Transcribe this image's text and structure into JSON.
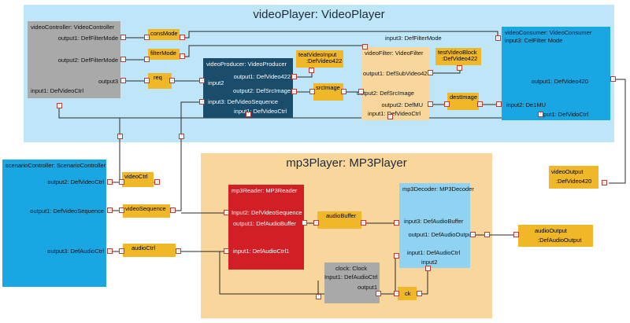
{
  "regions": {
    "video_player": {
      "title": "videoPlayer: VideoPlayer",
      "color": "#bfe6f8"
    },
    "mp3_player": {
      "title": "mp3Player: MP3Player",
      "color": "#f9d79c"
    }
  },
  "components": {
    "video_controller": {
      "title": "videoController: VideoController",
      "ports": [
        "output1: DefFilterMode",
        "output2: DefFilterMode",
        "output3",
        "input1: DefVideoCtrl"
      ]
    },
    "video_producer": {
      "title": "videoProducer: VideoProducer",
      "ports": [
        "output1: DefVideo422",
        "input2",
        "output2: DefSrcImage",
        "input3: DefVideoSequence",
        "input1: DefVideoCtrl"
      ]
    },
    "video_filter": {
      "title": "videoFilter: VideoFilter",
      "ports": [
        "input3: DefFilterMode",
        "output1: DefSubVideo420",
        "output2: DefSrcImage",
        "output2: DefMU",
        "input1: DefVideoCtrl"
      ]
    },
    "video_consumer": {
      "title": "videoConsumer: VideoConsumer",
      "ports": [
        "input3: CelFilter Mode",
        "output1: DefVideo420",
        "input2: De1MU",
        "input1: DefVidoCtrl"
      ]
    },
    "scenario_controller": {
      "title": "scenarioController: ScenarioController",
      "ports": [
        "output2: DefVideoCtrl",
        "output1: DefVideoSequence",
        "output3: DefAudioCtrl"
      ]
    },
    "mp3_reader": {
      "title": "mp3Reader: MP3Reader",
      "ports": [
        "Input2: DefVideoSequence",
        "output1: DefAudioBuffer",
        "input1: DefAudioCtrl1"
      ]
    },
    "mp3_decoder": {
      "title": "mp3Decoder: MP3Decoder",
      "ports": [
        "input3: DefAudioBuffer",
        "output1: DefAudioOutput",
        "input1: DefAudioCtrl",
        "input2"
      ]
    },
    "clock": {
      "title": "clock: Clock",
      "ports": [
        "Input1: DefAudioCtrl",
        "output1"
      ]
    }
  },
  "channels": {
    "cons_mode": {
      "lines": [
        "consMode"
      ]
    },
    "filter_mode": {
      "lines": [
        "filterMode"
      ]
    },
    "req": {
      "lines": [
        "req"
      ]
    },
    "test_video_input": {
      "lines": [
        "teatVideoInput",
        ":DefVideo422"
      ]
    },
    "src_image": {
      "lines": [
        "srcImage"
      ]
    },
    "test_video_block": {
      "lines": [
        "testVideoBlock",
        ":DefVideo422"
      ]
    },
    "dest_image": {
      "lines": [
        "destImage"
      ]
    },
    "video_ctrl": {
      "lines": [
        "videoCtrl"
      ]
    },
    "video_sequence": {
      "lines": [
        "videoSequence"
      ]
    },
    "audio_ctrl": {
      "lines": [
        "audioCtrl"
      ]
    },
    "audio_buffer": {
      "lines": [
        "audioBuffer"
      ]
    },
    "ck": {
      "lines": [
        "ck"
      ]
    },
    "video_output": {
      "lines": [
        "videoOutput",
        ":DefVideo420"
      ]
    },
    "audio_output": {
      "lines": [
        "audioOutput",
        ":DefAudioOutput"
      ]
    }
  },
  "colors": {
    "video_controller": "#a9a9a9",
    "video_producer": "#1a4c6b",
    "video_filter": "#f9d79c",
    "video_consumer": "#1aa6e3",
    "scenario_controller": "#1aa6e3",
    "mp3_reader": "#d21f26",
    "mp3_decoder": "#8fd2f2",
    "clock": "#a9a9a9",
    "channel": "#f0b829",
    "wire": "#2a2a2a",
    "pin": "#c0392b"
  }
}
